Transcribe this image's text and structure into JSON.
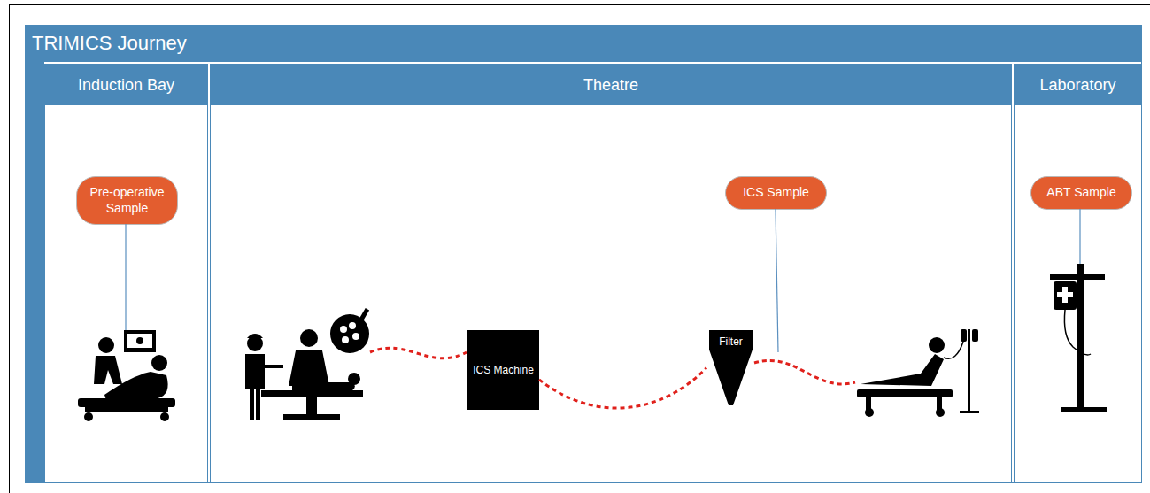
{
  "diagram": {
    "title": "TRIMICS Journey",
    "nodes": [
      {
        "text": [
          "Induction Bay"
        ]
      },
      {
        "text": [
          "Pre-operative Sample"
        ],
        "in": 0
      },
      {
        "text": [
          "Theatre"
        ]
      },
      {
        "text": [
          "ICS Machine"
        ],
        "in": 2
      },
      {
        "text": [
          "Filter"
        ],
        "in": 2
      },
      {
        "text": [
          "ICS Sample"
        ],
        "in": 2
      },
      {
        "text": [
          "Laboratory"
        ]
      },
      {
        "text": [
          "ABT Sample"
        ],
        "in": 6
      }
    ],
    "edges": [
      {
        "from": 3,
        "to": 4,
        "arrow": "none"
      }
    ]
  }
}
